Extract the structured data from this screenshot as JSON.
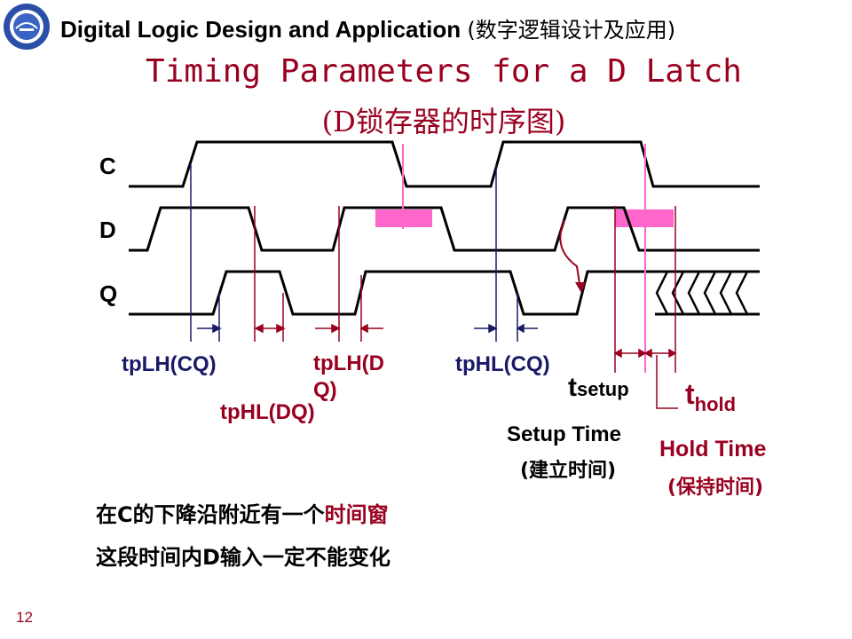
{
  "header": {
    "title_en": "Digital Logic Design and Application",
    "title_cn": "(数字逻辑设计及应用)"
  },
  "slide": {
    "title_line1": "Timing Parameters for a D Latch",
    "title_line2": "(D锁存器的时序图)",
    "page_number": "12"
  },
  "signals": {
    "c": "C",
    "d": "D",
    "q": "Q"
  },
  "labels": {
    "tplh_cq": "tpLH(CQ)",
    "tphl_dq": "tpHL(DQ)",
    "tplh_dq_line1": "tpLH(D",
    "tplh_dq_line2": "Q)",
    "tphl_cq": "tpHL(CQ)",
    "tsetup_main": "t",
    "tsetup_sub": "setup",
    "thold_main": "t",
    "thold_sub": "hold",
    "setup_time": "Setup  Time",
    "setup_time_cn": "(建立时间)",
    "hold_time": "Hold  Time",
    "hold_time_cn": "(保持时间)"
  },
  "notes": {
    "line1_prefix": "在C的下降沿附近有一个",
    "line1_highlight": "时间窗",
    "line2": "这段时间内D输入一定不能变化"
  },
  "colors": {
    "navy": "#1a1a66",
    "maroon": "#99001f",
    "pink": "#ff66cc"
  }
}
